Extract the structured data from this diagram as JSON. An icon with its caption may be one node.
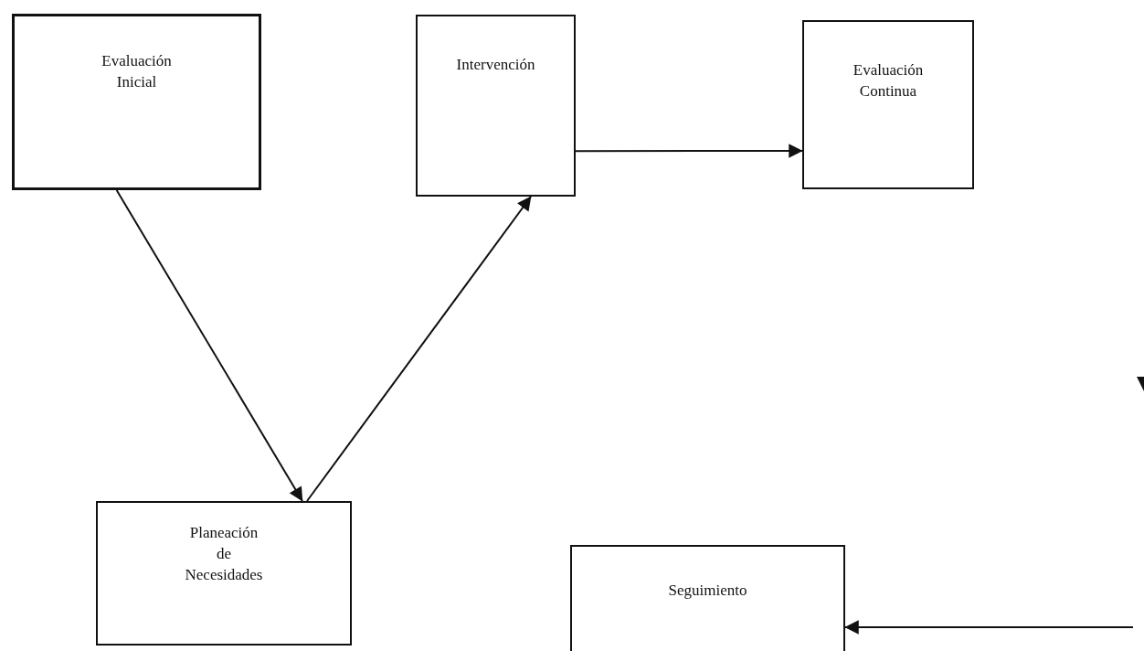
{
  "diagram": {
    "nodes": [
      {
        "text": [
          "Evaluación Inicial"
        ]
      },
      {
        "text": [
          "Intervención"
        ]
      },
      {
        "text": [
          "Evaluación Continua"
        ]
      },
      {
        "text": [
          "Planeación de Necesidades"
        ]
      },
      {
        "text": [
          "Seguimiento"
        ]
      }
    ],
    "edges": [
      {
        "from": 0,
        "to": 3,
        "arrow": "to"
      },
      {
        "from": 3,
        "to": 1,
        "arrow": "to"
      },
      {
        "from": 1,
        "to": 2,
        "arrow": "to"
      },
      {
        "from": null,
        "to": 4,
        "arrow": "to"
      }
    ]
  }
}
